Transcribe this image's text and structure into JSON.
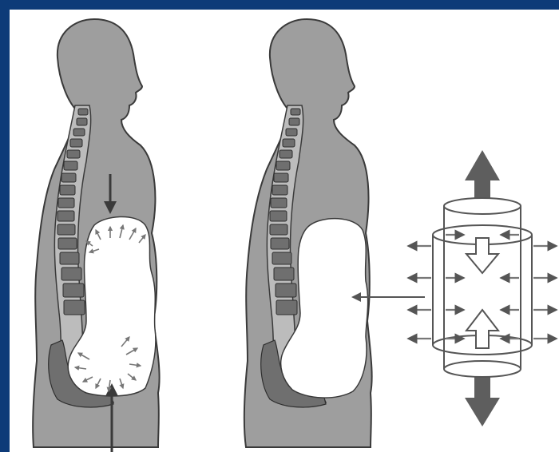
{
  "figure": {
    "frame_color": "#0d3b78",
    "background": "#ffffff",
    "body_fill": "#9e9e9e",
    "body_outline": "#3a3a3a",
    "cavity_fill": "#ffffff",
    "vertebra_fill": "#6f6f6f",
    "arrow_color": "#555555",
    "panels": [
      {
        "id": "left-figure",
        "description_icon": "torso-pressure-left",
        "arrows": [
          "down-arrow",
          "up-arrow",
          "inner-arrows"
        ]
      },
      {
        "id": "right-figure",
        "description_icon": "torso-pressure-right",
        "arrows": [
          "pointer-arrow"
        ]
      },
      {
        "id": "cylinder-model",
        "description_icon": "cylinder-icon",
        "arrows": [
          "top-arrow",
          "bottom-arrow",
          "side-arrows",
          "inner-up-arrow",
          "inner-down-arrow"
        ]
      }
    ]
  }
}
